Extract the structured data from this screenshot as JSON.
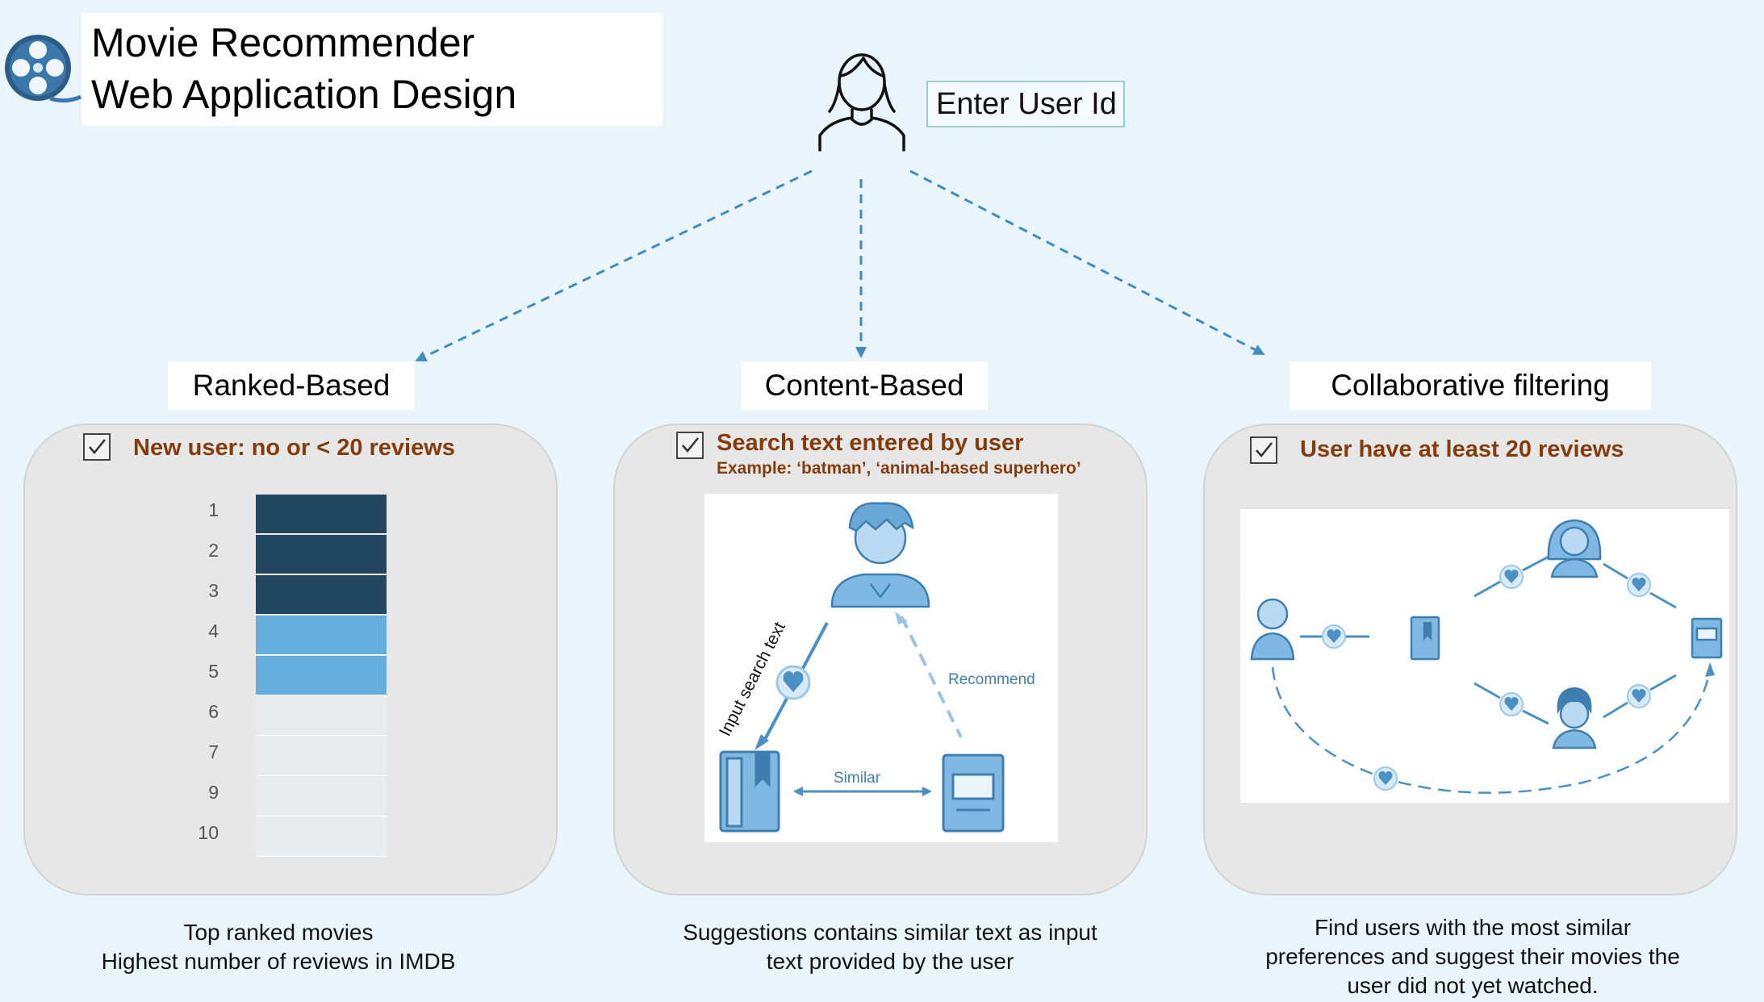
{
  "title": {
    "line1": "Movie Recommender",
    "line2": "Web Application Design"
  },
  "user_input": {
    "label": "Enter User Id"
  },
  "sections": [
    {
      "label": "Ranked-Based",
      "header": "New user:  no or < 20 reviews",
      "rank_numbers": [
        "1",
        "2",
        "3",
        "4",
        "5",
        "6",
        "7",
        "9",
        "10"
      ],
      "rank_colors": [
        "#244761",
        "#244761",
        "#244761",
        "#62aedd",
        "#62aedd",
        "#e8ecef",
        "#e8ecef",
        "#e8ecef",
        "#e8ecef"
      ],
      "caption_line1": "Top ranked movies",
      "caption_line2": "Highest number of reviews in IMDB"
    },
    {
      "label": "Content-Based",
      "header": "Search text entered by user",
      "subheader": "Example: ‘batman’, ‘animal-based superhero’",
      "diagram": {
        "edge_input": "Input search text",
        "edge_recommend": "Recommend",
        "edge_similar": "Similar"
      },
      "caption_line1": "Suggestions contains similar text as input",
      "caption_line2": "text provided by the user"
    },
    {
      "label": "Collaborative filtering",
      "header": "User have at least 20 reviews",
      "caption_line1": "Find users with the most similar",
      "caption_line2": "preferences and suggest their movies the",
      "caption_line3": "user did not yet watched."
    }
  ],
  "colors": {
    "background": "#eaf4fb",
    "accent_blue": "#3d8cc4",
    "icon_blue": "#4a90c2",
    "header_brown": "#843c0c",
    "rank_dark": "#244761",
    "rank_light": "#62aedd"
  }
}
